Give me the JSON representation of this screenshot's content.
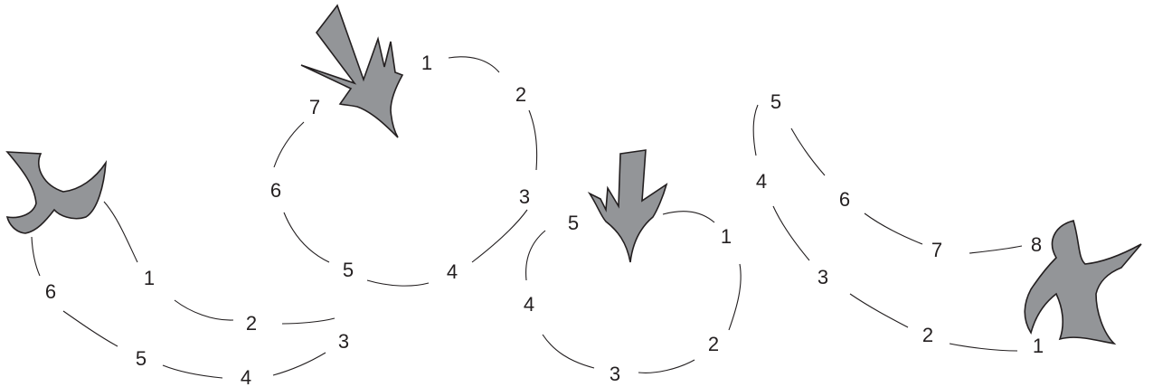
{
  "figures": [
    {
      "id": "figure-1",
      "icon": "bird-shape-icon",
      "labels": [
        "1",
        "2",
        "3",
        "4",
        "5",
        "6"
      ]
    },
    {
      "id": "figure-2",
      "icon": "hand-arrow-shape-icon",
      "labels": [
        "1",
        "2",
        "3",
        "4",
        "5",
        "6",
        "7"
      ]
    },
    {
      "id": "figure-3",
      "icon": "arrow-shape-icon",
      "labels": [
        "1",
        "2",
        "3",
        "4",
        "5"
      ]
    },
    {
      "id": "figure-4",
      "icon": "three-arm-shape-icon",
      "labels": [
        "1",
        "2",
        "3",
        "4",
        "5",
        "6",
        "7",
        "8"
      ]
    }
  ],
  "colors": {
    "shape_fill": "#939598",
    "stroke": "#231f20",
    "background": "#ffffff"
  }
}
